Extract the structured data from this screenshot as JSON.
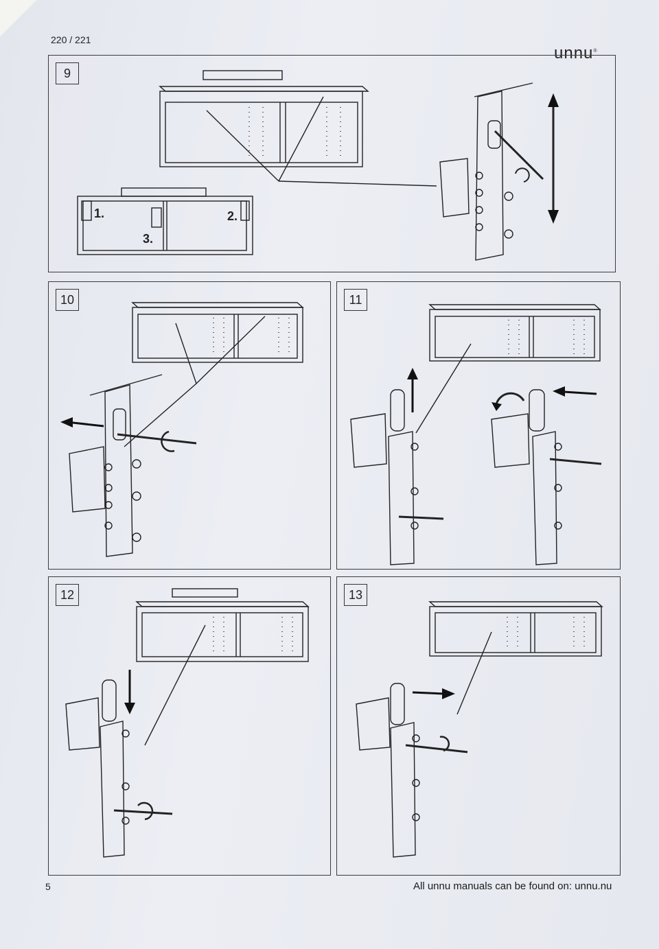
{
  "header": {
    "page_range": "220 / 221",
    "brand": "unnu",
    "brand_mark": "®"
  },
  "steps": [
    {
      "number": "9",
      "labels": [
        "1.",
        "2.",
        "3."
      ]
    },
    {
      "number": "10"
    },
    {
      "number": "11"
    },
    {
      "number": "12"
    },
    {
      "number": "13"
    }
  ],
  "footer": {
    "page_number": "5",
    "text": "All unnu manuals can be found on: unnu.nu"
  }
}
